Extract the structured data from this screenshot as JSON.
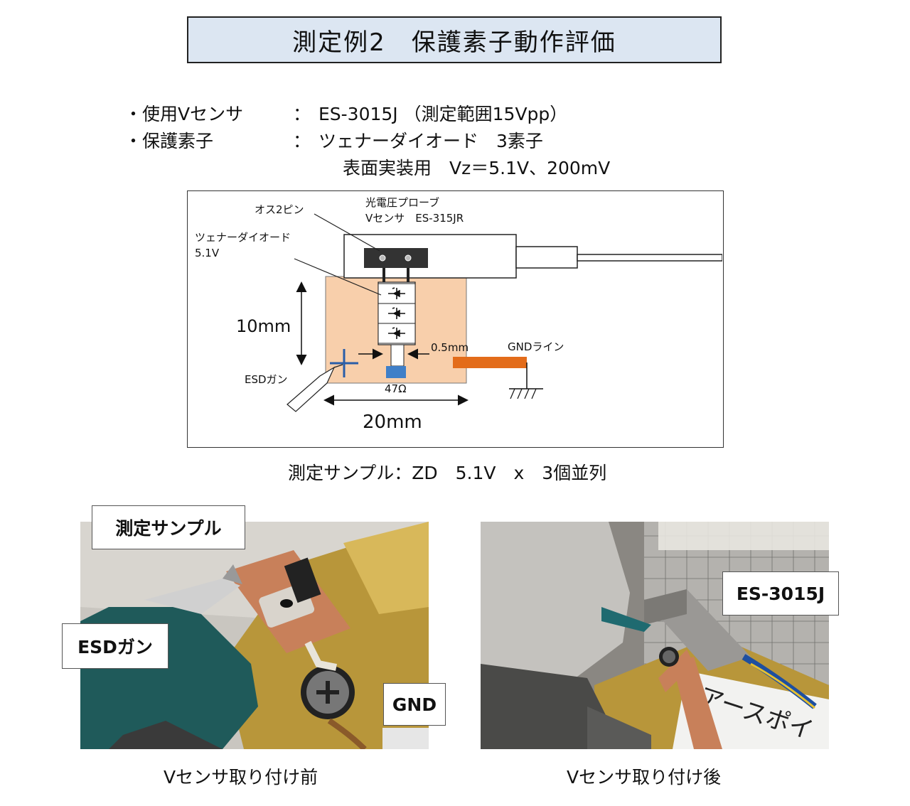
{
  "title": "測定例2　保護素子動作評価",
  "specs": {
    "sensor_label": "・使用Vセンサ",
    "sensor_sep": "：",
    "sensor_value": "ES-3015J （測定範囲15Vpp）",
    "element_label": "・保護素子",
    "element_sep": "：",
    "element_value": "ツェナーダイオード　3素子",
    "element_detail": "表面実装用　Vz＝5.1V、200mV"
  },
  "diagram": {
    "pin_label": "オス2ピン",
    "probe_label_1": "光電圧プローブ",
    "probe_label_2": "Vセンサ　ES-315JR",
    "zener_label_1": "ツェナーダイオード",
    "zener_label_2": "5.1V",
    "dim_height": "10mm",
    "dim_gap": "0.5mm",
    "gnd_line": "GNDライン",
    "esd_gun": "ESDガン",
    "resistor": "47Ω",
    "dim_width": "20mm",
    "colors": {
      "board": "#f8cfab",
      "gnd_bar": "#e36c1a",
      "resistor": "#3f7fc8",
      "connector": "#333333"
    }
  },
  "sample_caption": "測定サンプル：ZD　5.1V　x　3個並列",
  "photo_left": {
    "label_sample": "測定サンプル",
    "label_esd": "ESDガン",
    "label_gnd": "GND",
    "caption": "Vセンサ取り付け前"
  },
  "photo_right": {
    "label_sensor": "ES-3015J",
    "caption": "Vセンサ取り付け後",
    "sticker_text": "アースポイ"
  }
}
